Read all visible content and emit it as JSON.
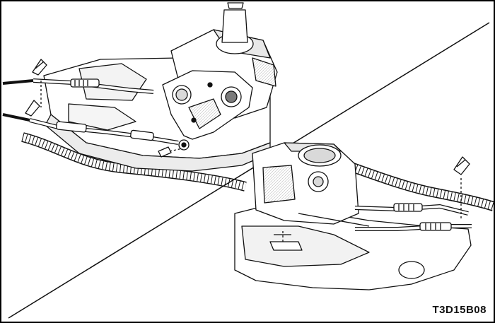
{
  "figure": {
    "code": "T3D15B08",
    "colors": {
      "line": "#111111",
      "fill": "#ffffff",
      "shade": "#d9d9d9",
      "dark": "#7a7a7a"
    },
    "views": [
      "upper-left-view",
      "lower-right-view"
    ]
  }
}
